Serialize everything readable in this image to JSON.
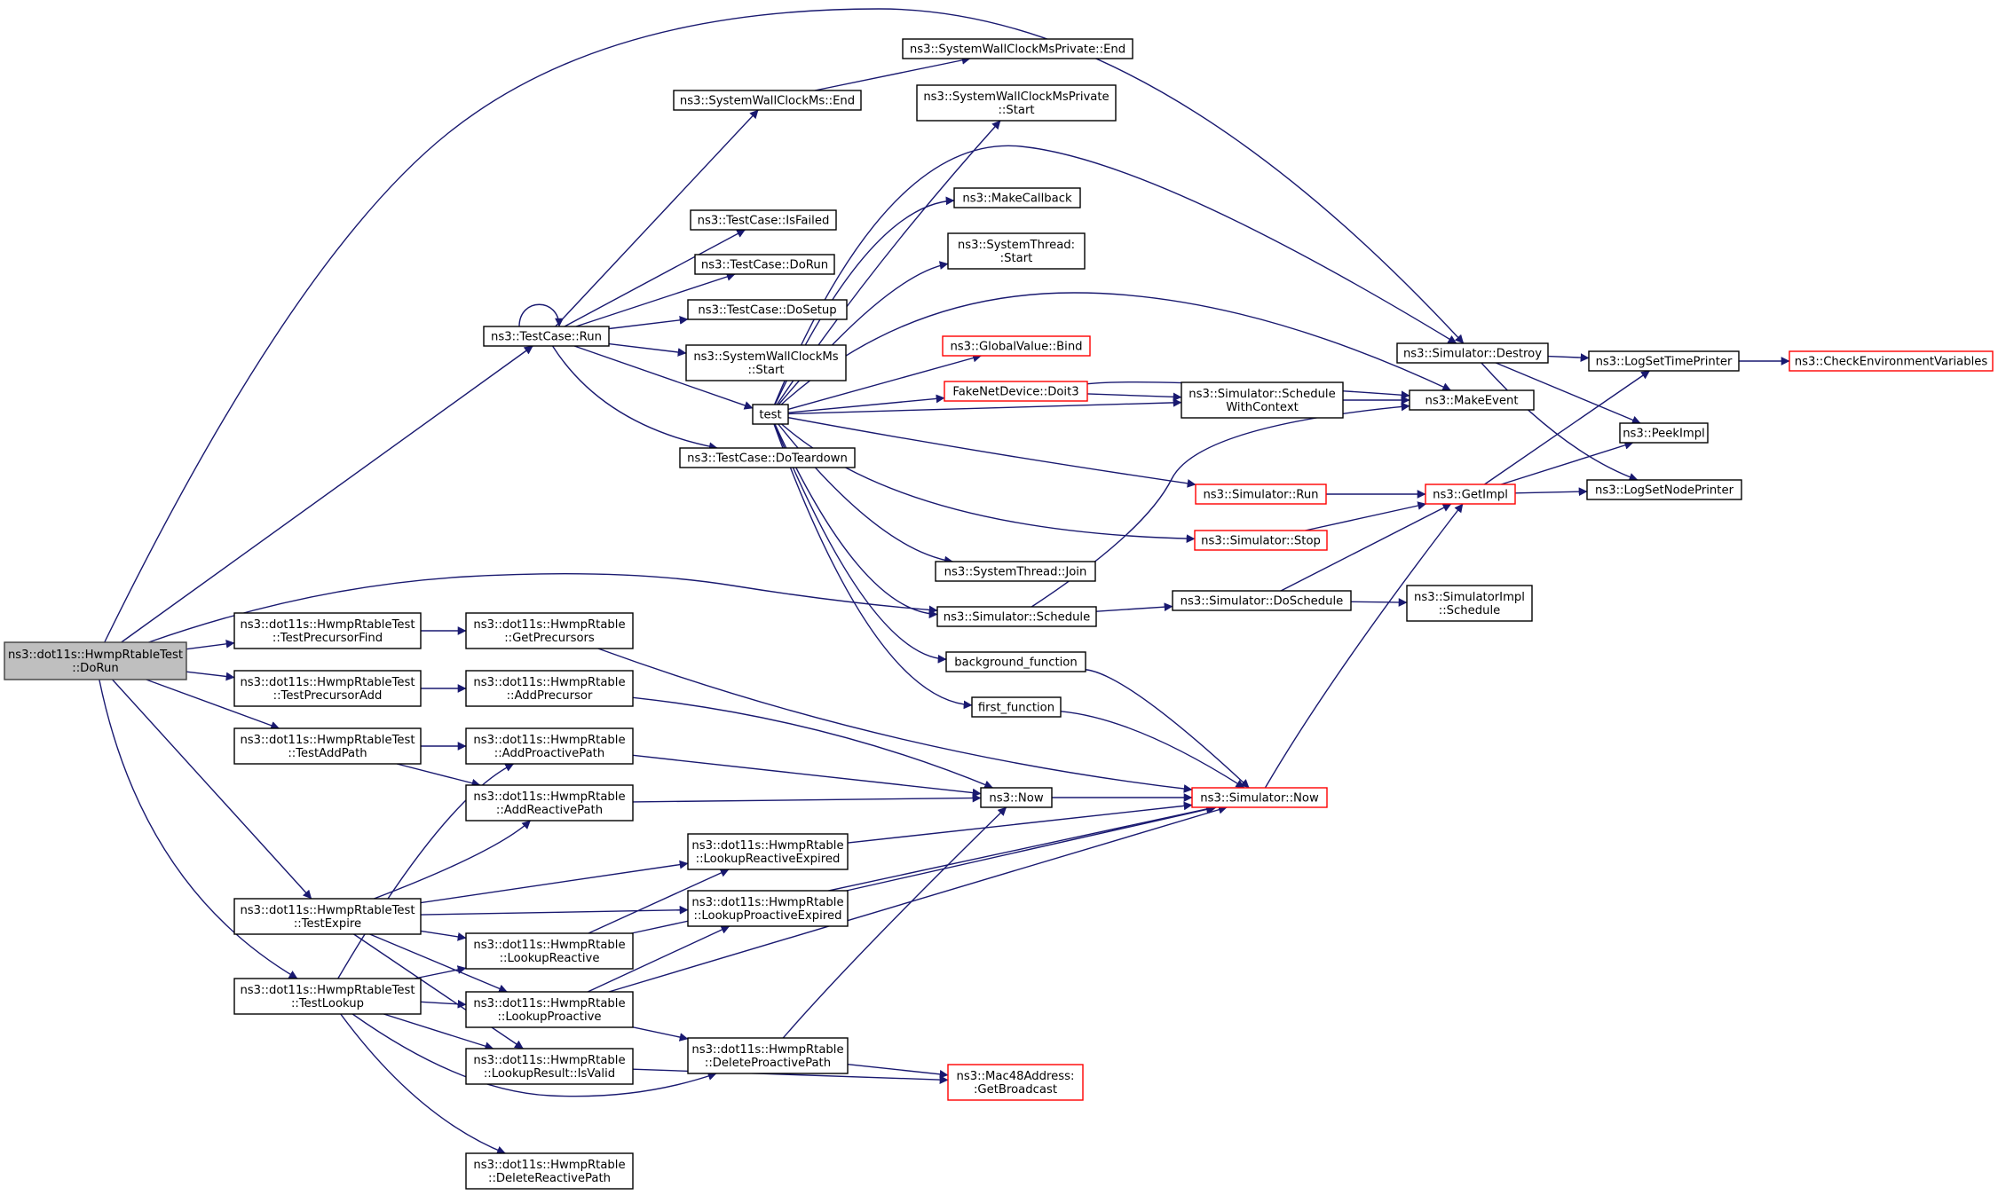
{
  "colors": {
    "edge": "#191970",
    "box_border": "#000000",
    "box_border_truncated": "#ff0000",
    "box_fill": "#ffffff",
    "root_fill": "#bfbfbf",
    "root_border": "#404040"
  },
  "nodes": [
    {
      "id": "dorun",
      "lines": [
        "ns3::dot11s::HwmpRtableTest",
        "::DoRun"
      ],
      "style": "root"
    },
    {
      "id": "tcrun",
      "lines": [
        "ns3::TestCase::Run"
      ],
      "style": "normal"
    },
    {
      "id": "swcend",
      "lines": [
        "ns3::SystemWallClockMs::End"
      ],
      "style": "normal"
    },
    {
      "id": "swcpend",
      "lines": [
        "ns3::SystemWallClockMsPrivate::End"
      ],
      "style": "normal"
    },
    {
      "id": "swcpstart",
      "lines": [
        "ns3::SystemWallClockMsPrivate",
        "::Start"
      ],
      "style": "normal"
    },
    {
      "id": "isfailed",
      "lines": [
        "ns3::TestCase::IsFailed"
      ],
      "style": "normal"
    },
    {
      "id": "tcdorun",
      "lines": [
        "ns3::TestCase::DoRun"
      ],
      "style": "normal"
    },
    {
      "id": "dosetup",
      "lines": [
        "ns3::TestCase::DoSetup"
      ],
      "style": "normal"
    },
    {
      "id": "swcstart",
      "lines": [
        "ns3::SystemWallClockMs",
        "::Start"
      ],
      "style": "normal"
    },
    {
      "id": "doteardown",
      "lines": [
        "ns3::TestCase::DoTeardown"
      ],
      "style": "normal"
    },
    {
      "id": "test",
      "lines": [
        "test"
      ],
      "style": "normal"
    },
    {
      "id": "makecallback",
      "lines": [
        "ns3::MakeCallback"
      ],
      "style": "normal"
    },
    {
      "id": "stStart",
      "lines": [
        "ns3::SystemThread:",
        ":Start"
      ],
      "style": "normal"
    },
    {
      "id": "gvbind",
      "lines": [
        "ns3::GlobalValue::Bind"
      ],
      "style": "truncated"
    },
    {
      "id": "doit3",
      "lines": [
        "FakeNetDevice::Doit3"
      ],
      "style": "truncated"
    },
    {
      "id": "schedwc",
      "lines": [
        "ns3::Simulator::Schedule",
        "WithContext"
      ],
      "style": "normal"
    },
    {
      "id": "destroy",
      "lines": [
        "ns3::Simulator::Destroy"
      ],
      "style": "normal"
    },
    {
      "id": "makeevent",
      "lines": [
        "ns3::MakeEvent"
      ],
      "style": "normal"
    },
    {
      "id": "logsettime",
      "lines": [
        "ns3::LogSetTimePrinter"
      ],
      "style": "normal"
    },
    {
      "id": "checkenv",
      "lines": [
        "ns3::CheckEnvironmentVariables"
      ],
      "style": "truncated"
    },
    {
      "id": "peekimpl",
      "lines": [
        "ns3::PeekImpl"
      ],
      "style": "normal"
    },
    {
      "id": "logsetnode",
      "lines": [
        "ns3::LogSetNodePrinter"
      ],
      "style": "normal"
    },
    {
      "id": "simrun",
      "lines": [
        "ns3::Simulator::Run"
      ],
      "style": "truncated"
    },
    {
      "id": "getimpl",
      "lines": [
        "ns3::GetImpl"
      ],
      "style": "truncated"
    },
    {
      "id": "simstop",
      "lines": [
        "ns3::Simulator::Stop"
      ],
      "style": "truncated"
    },
    {
      "id": "stjoin",
      "lines": [
        "ns3::SystemThread::Join"
      ],
      "style": "normal"
    },
    {
      "id": "simsched",
      "lines": [
        "ns3::Simulator::Schedule"
      ],
      "style": "normal"
    },
    {
      "id": "dosched",
      "lines": [
        "ns3::Simulator::DoSchedule"
      ],
      "style": "normal"
    },
    {
      "id": "simimplsched",
      "lines": [
        "ns3::SimulatorImpl",
        "::Schedule"
      ],
      "style": "normal"
    },
    {
      "id": "bgfunc",
      "lines": [
        "background_function"
      ],
      "style": "normal"
    },
    {
      "id": "firstfunc",
      "lines": [
        "first_function"
      ],
      "style": "normal"
    },
    {
      "id": "now",
      "lines": [
        "ns3::Now"
      ],
      "style": "normal"
    },
    {
      "id": "simnow",
      "lines": [
        "ns3::Simulator::Now"
      ],
      "style": "truncated"
    },
    {
      "id": "tpf",
      "lines": [
        "ns3::dot11s::HwmpRtableTest",
        "::TestPrecursorFind"
      ],
      "style": "normal"
    },
    {
      "id": "getprec",
      "lines": [
        "ns3::dot11s::HwmpRtable",
        "::GetPrecursors"
      ],
      "style": "normal"
    },
    {
      "id": "tpa",
      "lines": [
        "ns3::dot11s::HwmpRtableTest",
        "::TestPrecursorAdd"
      ],
      "style": "normal"
    },
    {
      "id": "addprec",
      "lines": [
        "ns3::dot11s::HwmpRtable",
        "::AddPrecursor"
      ],
      "style": "normal"
    },
    {
      "id": "tap",
      "lines": [
        "ns3::dot11s::HwmpRtableTest",
        "::TestAddPath"
      ],
      "style": "normal"
    },
    {
      "id": "addpro",
      "lines": [
        "ns3::dot11s::HwmpRtable",
        "::AddProactivePath"
      ],
      "style": "normal"
    },
    {
      "id": "addrea",
      "lines": [
        "ns3::dot11s::HwmpRtable",
        "::AddReactivePath"
      ],
      "style": "normal"
    },
    {
      "id": "texp",
      "lines": [
        "ns3::dot11s::HwmpRtableTest",
        "::TestExpire"
      ],
      "style": "normal"
    },
    {
      "id": "tlook",
      "lines": [
        "ns3::dot11s::HwmpRtableTest",
        "::TestLookup"
      ],
      "style": "normal"
    },
    {
      "id": "lre",
      "lines": [
        "ns3::dot11s::HwmpRtable",
        "::LookupReactiveExpired"
      ],
      "style": "normal"
    },
    {
      "id": "lpe",
      "lines": [
        "ns3::dot11s::HwmpRtable",
        "::LookupProactiveExpired"
      ],
      "style": "normal"
    },
    {
      "id": "lr",
      "lines": [
        "ns3::dot11s::HwmpRtable",
        "::LookupReactive"
      ],
      "style": "normal"
    },
    {
      "id": "lp",
      "lines": [
        "ns3::dot11s::HwmpRtable",
        "::LookupProactive"
      ],
      "style": "normal"
    },
    {
      "id": "dpp",
      "lines": [
        "ns3::dot11s::HwmpRtable",
        "::DeleteProactivePath"
      ],
      "style": "normal"
    },
    {
      "id": "isvalid",
      "lines": [
        "ns3::dot11s::HwmpRtable",
        "::LookupResult::IsValid"
      ],
      "style": "normal"
    },
    {
      "id": "getbcast",
      "lines": [
        "ns3::Mac48Address:",
        ":GetBroadcast"
      ],
      "style": "truncated"
    },
    {
      "id": "drp",
      "lines": [
        "ns3::dot11s::HwmpRtable",
        "::DeleteReactivePath"
      ],
      "style": "normal"
    }
  ]
}
